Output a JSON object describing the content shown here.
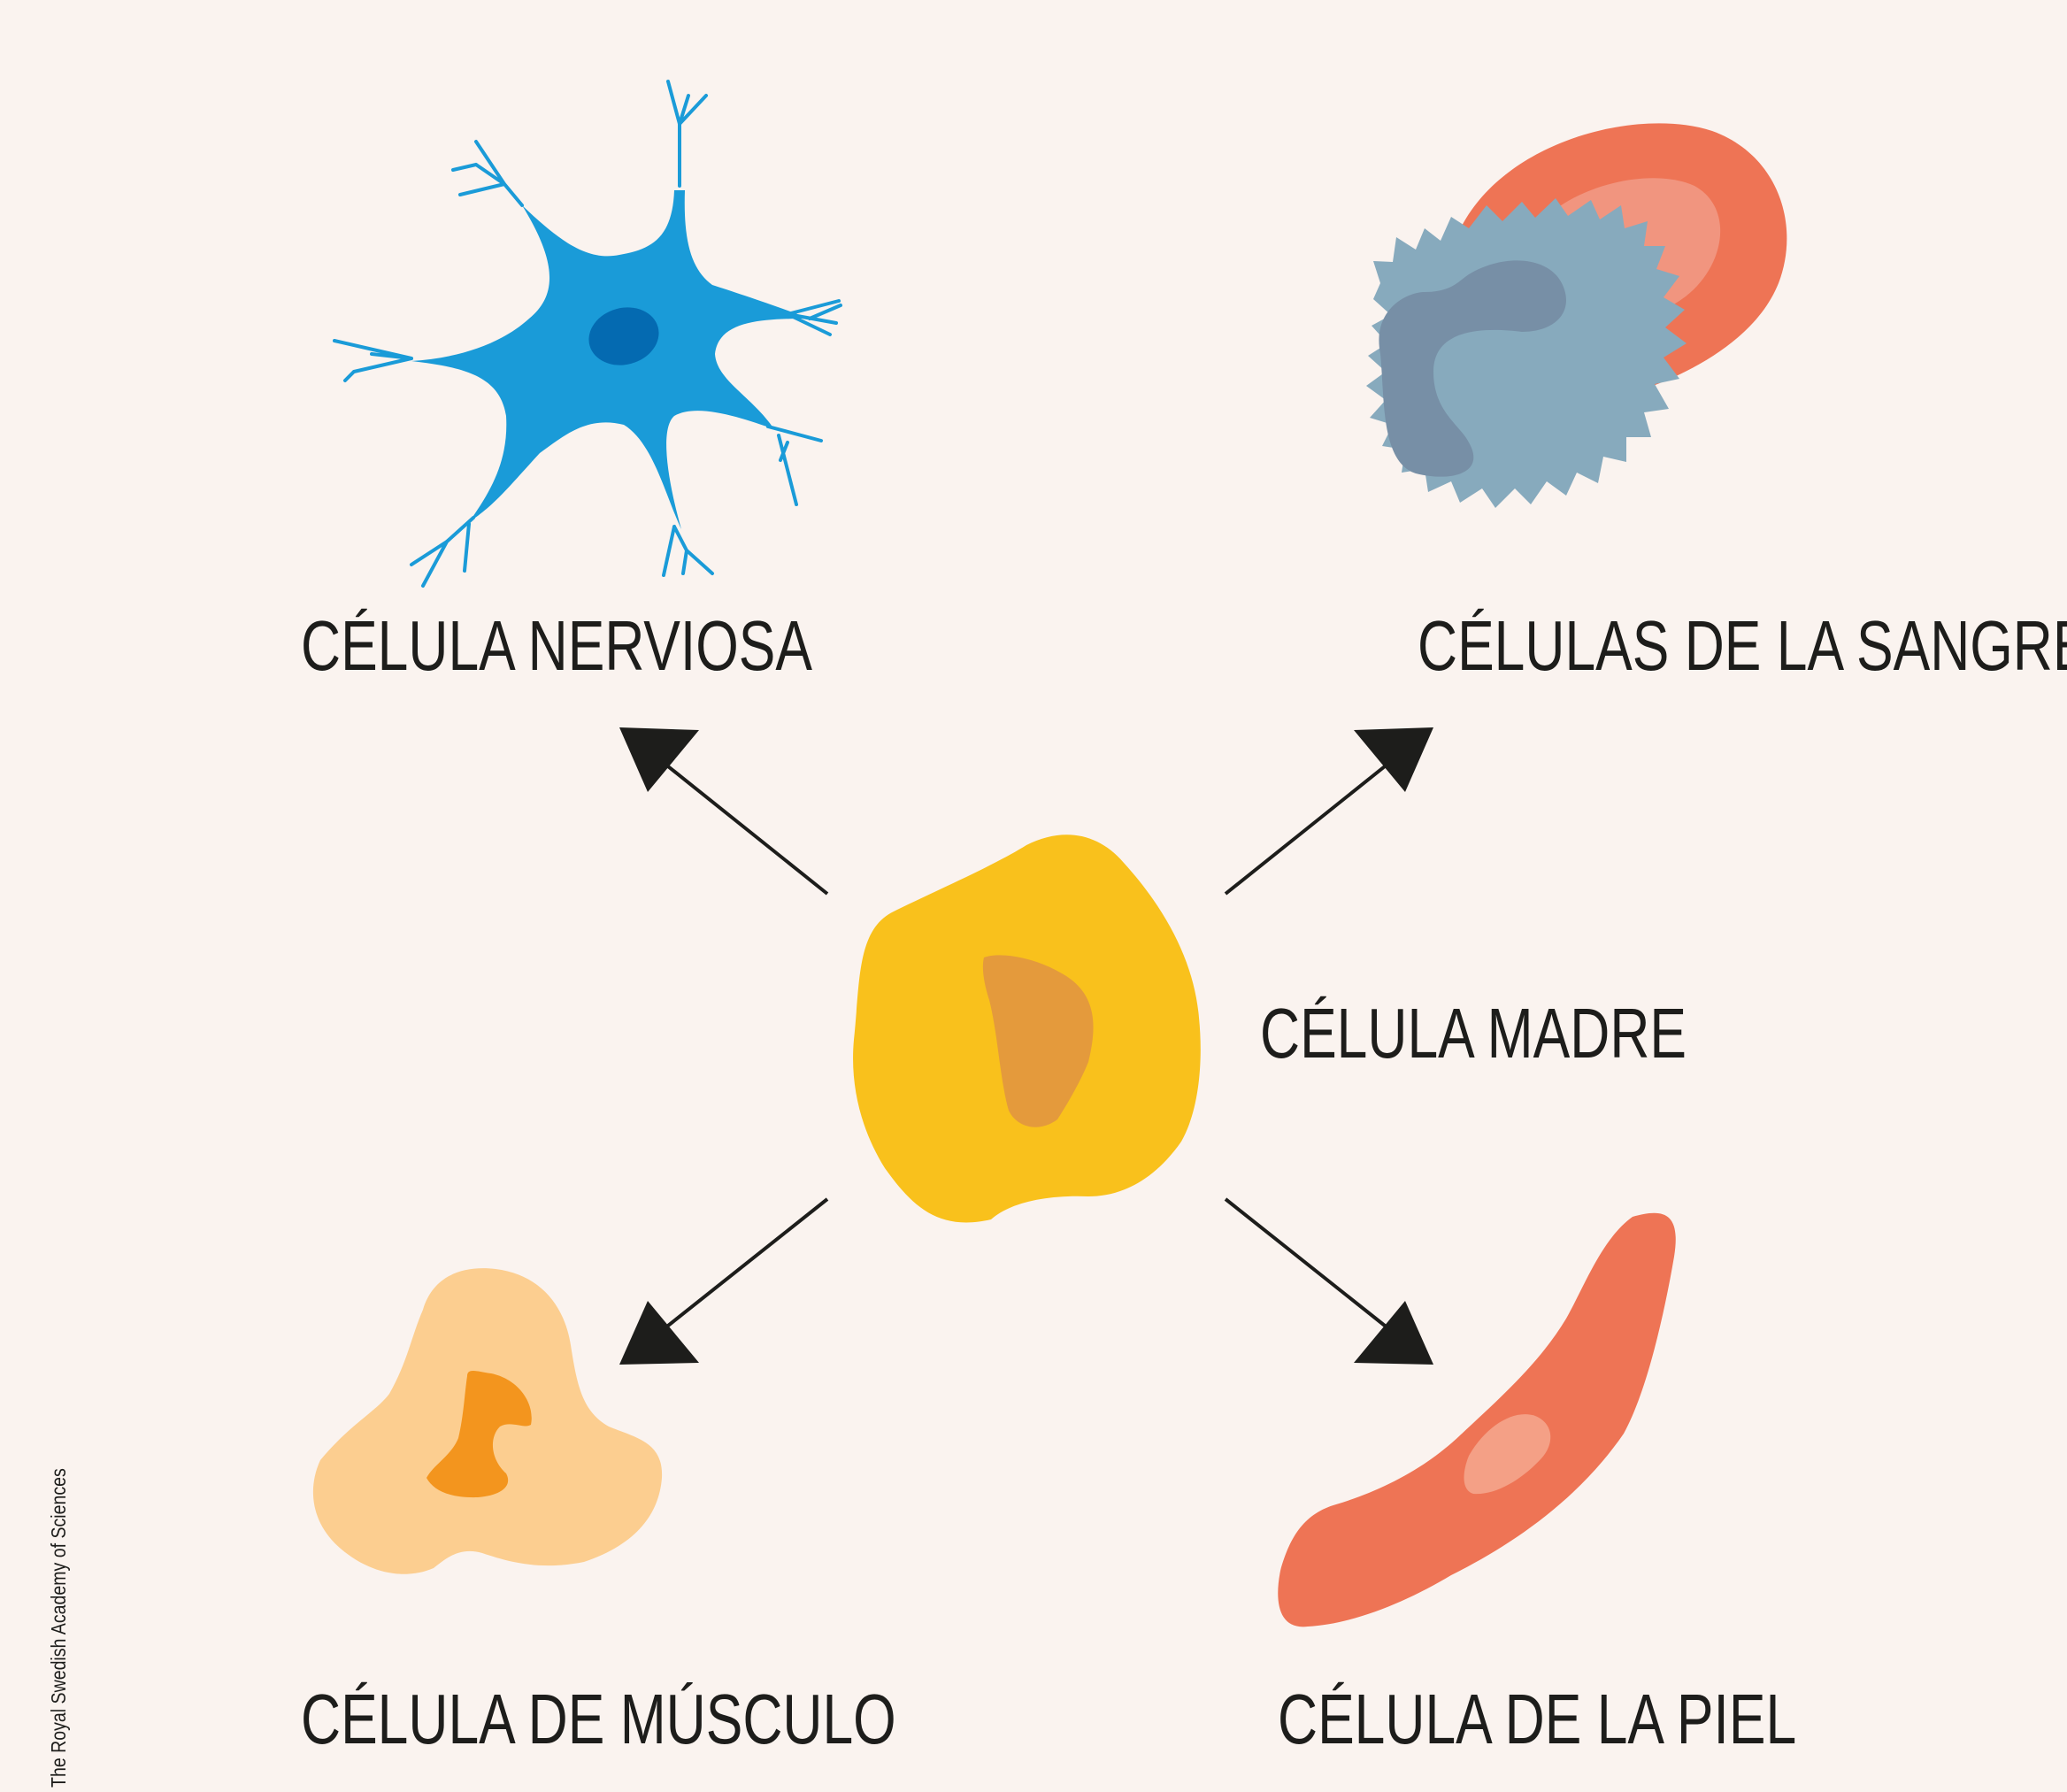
{
  "labels": {
    "nerve_cell": "CÉLULA NERVIOSA",
    "blood_cells": "CÉLULAS DE LA SANGRE",
    "stem_cell": "CÉLULA MADRE",
    "muscle_cell": "CÉLULA DE MÚSCULO",
    "skin_cell": "CÉLULA DE LA PIEL"
  },
  "credit": "The Royal Swedish Academy of Sciences",
  "colors": {
    "background": "#faf3ef",
    "text": "#1d1d1b",
    "arrow": "#1d1d1b",
    "nerve_body": "#1a9bd8",
    "nerve_nucleus": "#046ab1",
    "red_cell": "#ee7455",
    "red_cell_center": "#f1957f",
    "white_cell": "#87aabd",
    "white_cell_nucleus": "#778fa6",
    "stem_body": "#f9c11c",
    "stem_nucleus": "#e49a3c",
    "muscle_body": "#fcce90",
    "muscle_nucleus": "#f3951e",
    "skin_body": "#ee7455",
    "skin_nucleus": "#f4a086"
  }
}
